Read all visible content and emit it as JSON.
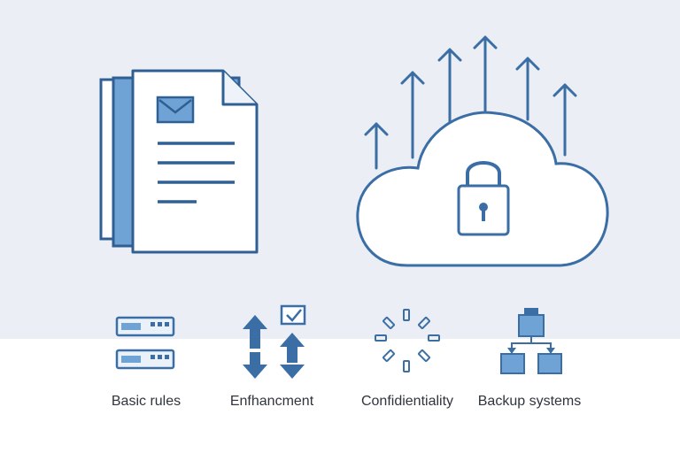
{
  "colors": {
    "background_top": "#ebeef4",
    "background_bottom": "#ffffff",
    "stroke_blue": "#3a6ea5",
    "fill_blue": "#6fa3d6",
    "paper": "#ffffff",
    "label_text": "#30353d"
  },
  "illustrations": {
    "left": "document-stack-with-envelope",
    "right": "cloud-with-padlock-and-upload-arrows"
  },
  "features": [
    {
      "icon": "server-rack-icon",
      "label": "Basic rules"
    },
    {
      "icon": "up-down-arrows-checkbox-icon",
      "label": "Enfhancment"
    },
    {
      "icon": "loading-spinner-icon",
      "label": "Confidientiality"
    },
    {
      "icon": "hierarchy-boxes-icon",
      "label": "Backup systems"
    }
  ]
}
